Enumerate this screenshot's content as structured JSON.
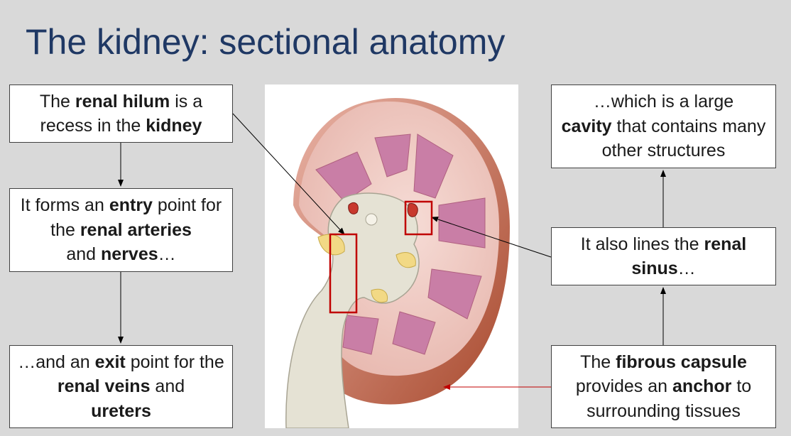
{
  "slide": {
    "title": "The kidney: sectional anatomy"
  },
  "boxes": {
    "hilum": [
      "The ",
      "renal hilum",
      " is a recess in the ",
      "kidney",
      ""
    ],
    "entry": [
      "It forms an ",
      "entry",
      " point for the ",
      "renal arteries",
      " and ",
      "nerves",
      "…"
    ],
    "exit": [
      "…and an ",
      "exit",
      " point for the ",
      "renal veins",
      " and ",
      "ureters",
      ""
    ],
    "cavity": [
      "…which is a large ",
      "cavity",
      " that contains many other structures"
    ],
    "lines": [
      "It also lines the ",
      "renal sinus",
      "…"
    ],
    "fibrous": [
      "The ",
      "fibrous capsule",
      " provides an ",
      "anchor",
      " to surrounding tissues"
    ]
  },
  "colors": {
    "title": "#1f3864",
    "background": "#d9d9d9",
    "highlight": "#c00000",
    "connector": "#000000",
    "capsule_arrow": "#c00000"
  }
}
